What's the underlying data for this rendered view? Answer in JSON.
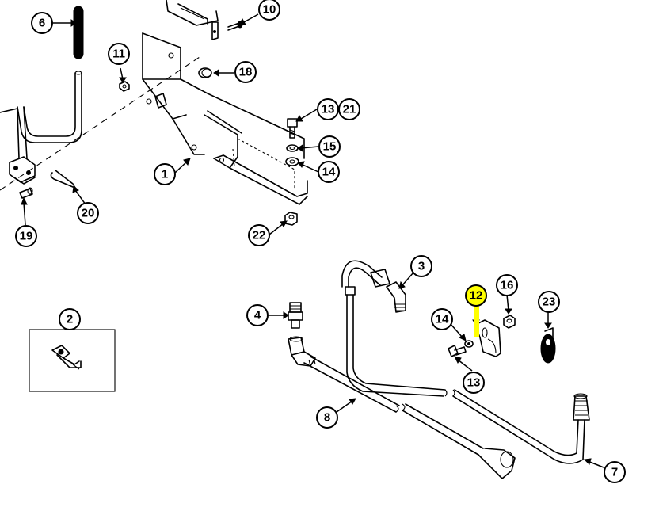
{
  "diagram": {
    "highlight_color": "#ffff00",
    "callouts": [
      {
        "id": "c1",
        "label": "1"
      },
      {
        "id": "c2",
        "label": "2"
      },
      {
        "id": "c3",
        "label": "3"
      },
      {
        "id": "c4",
        "label": "4"
      },
      {
        "id": "c6",
        "label": "6"
      },
      {
        "id": "c7",
        "label": "7"
      },
      {
        "id": "c8",
        "label": "8"
      },
      {
        "id": "c10",
        "label": "10"
      },
      {
        "id": "c11",
        "label": "11"
      },
      {
        "id": "c12",
        "label": "12"
      },
      {
        "id": "c13a",
        "label": "13"
      },
      {
        "id": "c13b",
        "label": "13"
      },
      {
        "id": "c14a",
        "label": "14"
      },
      {
        "id": "c14b",
        "label": "14"
      },
      {
        "id": "c15",
        "label": "15"
      },
      {
        "id": "c16",
        "label": "16"
      },
      {
        "id": "c18",
        "label": "18"
      },
      {
        "id": "c19",
        "label": "19"
      },
      {
        "id": "c20",
        "label": "20"
      },
      {
        "id": "c21",
        "label": "21"
      },
      {
        "id": "c22",
        "label": "22"
      },
      {
        "id": "c23",
        "label": "23"
      }
    ]
  }
}
